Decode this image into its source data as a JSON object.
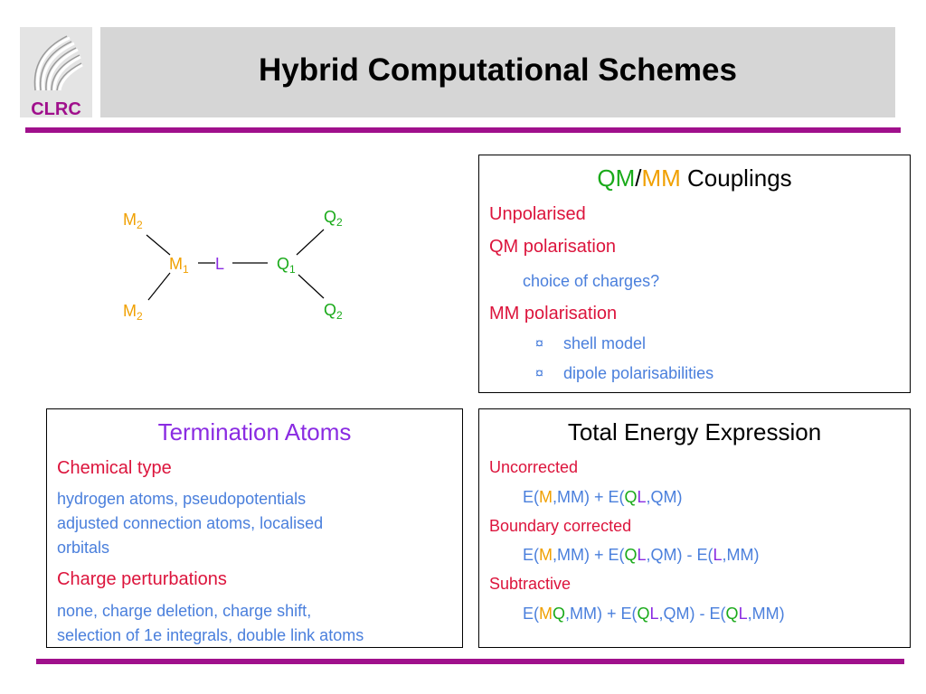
{
  "slide": {
    "title": "Hybrid Computational Schemes",
    "logo_text": "CLRC"
  },
  "diagram": {
    "m2_top": "M",
    "m2_top_sub": "2",
    "m1": "M",
    "m1_sub": "1",
    "m2_bottom": "M",
    "m2_bottom_sub": "2",
    "l": "L",
    "q1": "Q",
    "q1_sub": "1",
    "q2_top": "Q",
    "q2_top_sub": "2",
    "q2_bottom": "Q",
    "q2_bottom_sub": "2"
  },
  "couplings": {
    "heading_qm": "QM",
    "heading_slash": "/",
    "heading_mm": "MM",
    "heading_rest": " Couplings",
    "unpolarised": "Unpolarised",
    "qm_polarisation": "QM polarisation",
    "choice_of_charges": "choice of charges?",
    "mm_polarisation": "MM polarisation",
    "bullet": "¤",
    "shell_model": "shell model",
    "dipole": "dipole polarisabilities"
  },
  "termination": {
    "heading": "Termination Atoms",
    "chemical_type": "Chemical type",
    "chem_line1": "hydrogen atoms, pseudopotentials",
    "chem_line2": "adjusted connection atoms, localised",
    "chem_line3": "orbitals",
    "charge_perturbations": "Charge perturbations",
    "charge_line1": "none, charge deletion, charge shift,",
    "charge_line2": "selection of 1e integrals, double link atoms"
  },
  "energy": {
    "heading": "Total Energy Expression",
    "uncorrected": "Uncorrected",
    "boundary_corrected": "Boundary corrected",
    "subtractive": "Subtractive",
    "e": "E(",
    "m": "M",
    "q": "Q",
    "l": "L",
    "mm_close": ",MM)",
    "qm_close": ",QM)",
    "plus_e": " + E(",
    "minus_e": " - E("
  },
  "colors": {
    "accent_rule": "#a0108c",
    "red": "#dc143c",
    "blue": "#4a7fdc",
    "green": "#1aaa1a",
    "orange": "#f0a000",
    "purple": "#8a2be2"
  }
}
